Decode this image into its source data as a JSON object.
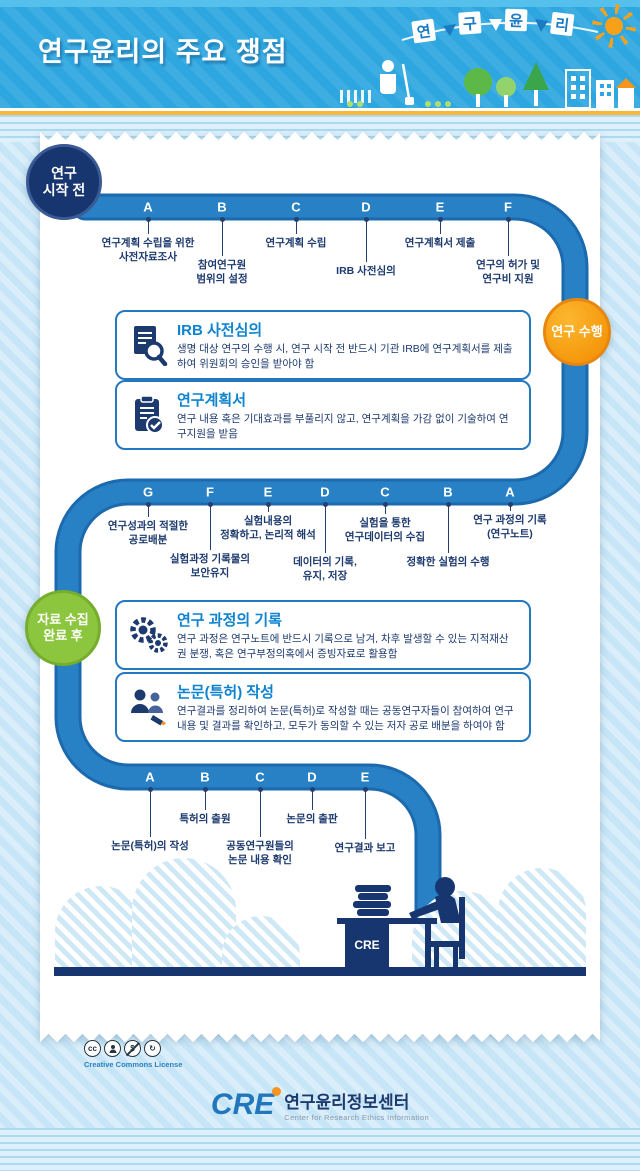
{
  "colors": {
    "header_blue": "#2ea7e0",
    "road_blue": "#2781c4",
    "navy": "#17356e",
    "box_title_blue": "#0e83cf",
    "stage_orange": "#f7941e",
    "stage_green": "#8cc63f",
    "page_bg": "#cfe9f7"
  },
  "header": {
    "title": "연구윤리의 주요 쟁점",
    "banner_letters": [
      "연",
      "구",
      "윤",
      "리"
    ]
  },
  "stages": {
    "start_line1": "연구",
    "start_line2": "시작 전",
    "during": "연구 수행",
    "after_line1": "자료 수집",
    "after_line2": "완료 후"
  },
  "row1": {
    "points": [
      {
        "letter": "A",
        "label": "연구계획 수립을 위한\n사전자료조사"
      },
      {
        "letter": "B",
        "label": "참여연구원\n범위의 설정"
      },
      {
        "letter": "C",
        "label": "연구계획 수립"
      },
      {
        "letter": "D",
        "label": "IRB 사전심의"
      },
      {
        "letter": "E",
        "label": "연구계획서 제출"
      },
      {
        "letter": "F",
        "label": "연구의 허가 및\n연구비 지원"
      }
    ]
  },
  "row2": {
    "points": [
      {
        "letter": "G",
        "label": "연구성과의 적절한\n공로배분"
      },
      {
        "letter": "F",
        "label": "실험과정 기록물의\n보안유지"
      },
      {
        "letter": "E",
        "label": "실험내용의\n정확하고, 논리적 해석"
      },
      {
        "letter": "D",
        "label": "데이터의 기록,\n유지, 저장"
      },
      {
        "letter": "C",
        "label": "실험을 통한\n연구데이터의 수집"
      },
      {
        "letter": "B",
        "label": "정확한 실험의 수행"
      },
      {
        "letter": "A",
        "label": "연구 과정의 기록\n(연구노트)"
      }
    ]
  },
  "row3": {
    "points": [
      {
        "letter": "A",
        "label": "논문(특허)의 작성"
      },
      {
        "letter": "B",
        "label": "특허의 출원"
      },
      {
        "letter": "C",
        "label": "공동연구원들의\n논문 내용 확인"
      },
      {
        "letter": "D",
        "label": "논문의 출판"
      },
      {
        "letter": "E",
        "label": "연구결과 보고"
      }
    ]
  },
  "boxes": [
    {
      "icon": "document-magnifier-icon",
      "title": "IRB 사전심의",
      "body": "생명 대상 연구의 수행 시, 연구 시작 전 반드시 기관 IRB에 연구계획서를 제출하여 위원회의 승인을 받아야 함"
    },
    {
      "icon": "clipboard-check-icon",
      "title": "연구계획서",
      "body": "연구 내용 혹은 기대효과를 부풀리지 않고, 연구계획을 가감 없이 기술하여 연구지원을 받음"
    },
    {
      "icon": "gears-icon",
      "title": "연구 과정의 기록",
      "body": "연구 과정은 연구노트에 반드시 기록으로 남겨, 차후 발생할 수 있는 지적재산권 분쟁, 혹은 연구부정의혹에서 증빙자료로 활용함"
    },
    {
      "icon": "people-writing-icon",
      "title": "논문(특허) 작성",
      "body": "연구결과를 정리하여 논문(특허)로 작성할 때는 공동연구자들이 참여하여 연구내용 및 결과를 확인하고, 모두가 동의할 수 있는 저자 공로 배분을 하여야 함"
    }
  ],
  "scene": {
    "desk_label": "CRE"
  },
  "cc": {
    "label": "Creative Commons License"
  },
  "footer": {
    "logo": "CRE",
    "org": "연구윤리정보센터",
    "org_en": "Center for Research Ethics Information"
  }
}
